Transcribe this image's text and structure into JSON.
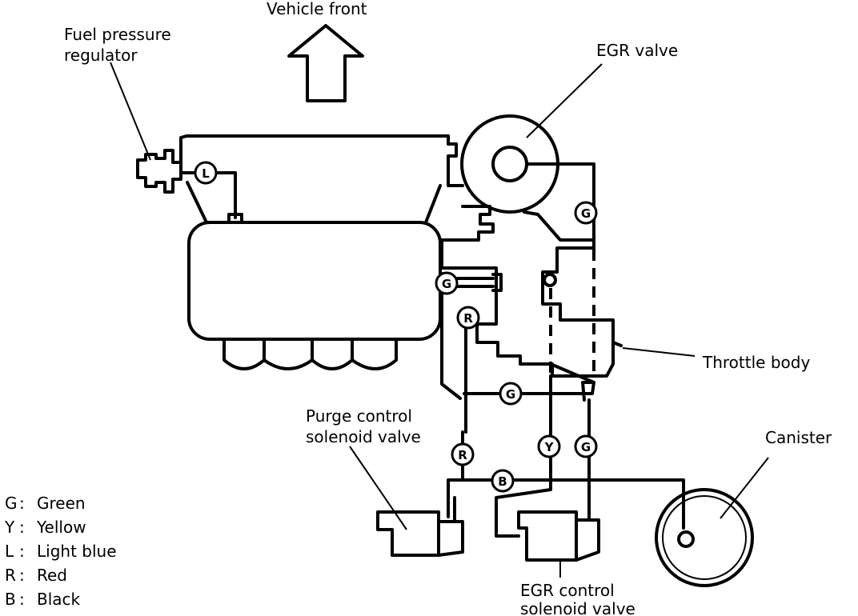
{
  "labels": {
    "vehicle_front": "Vehicle front",
    "fuel_pressure_regulator_1": "Fuel pressure",
    "fuel_pressure_regulator_2": "regulator",
    "egr_valve": "EGR valve",
    "throttle_body": "Throttle body",
    "canister": "Canister",
    "purge_valve_1": "Purge control",
    "purge_valve_2": "solenoid valve",
    "egr_solenoid_1": "EGR control",
    "egr_solenoid_2": "solenoid valve"
  },
  "hose_tags": {
    "fuel_reg": "L",
    "egr_line": "G",
    "intake_left": "G",
    "red_upper": "R",
    "green_mid": "G",
    "red_lower": "R",
    "yellow": "Y",
    "green_lower": "G",
    "black": "B"
  },
  "legend": [
    {
      "code": "G",
      "name": "Green"
    },
    {
      "code": "Y",
      "name": "Yellow"
    },
    {
      "code": "L",
      "name": "Light blue"
    },
    {
      "code": "R",
      "name": "Red"
    },
    {
      "code": "B",
      "name": "Black"
    }
  ]
}
